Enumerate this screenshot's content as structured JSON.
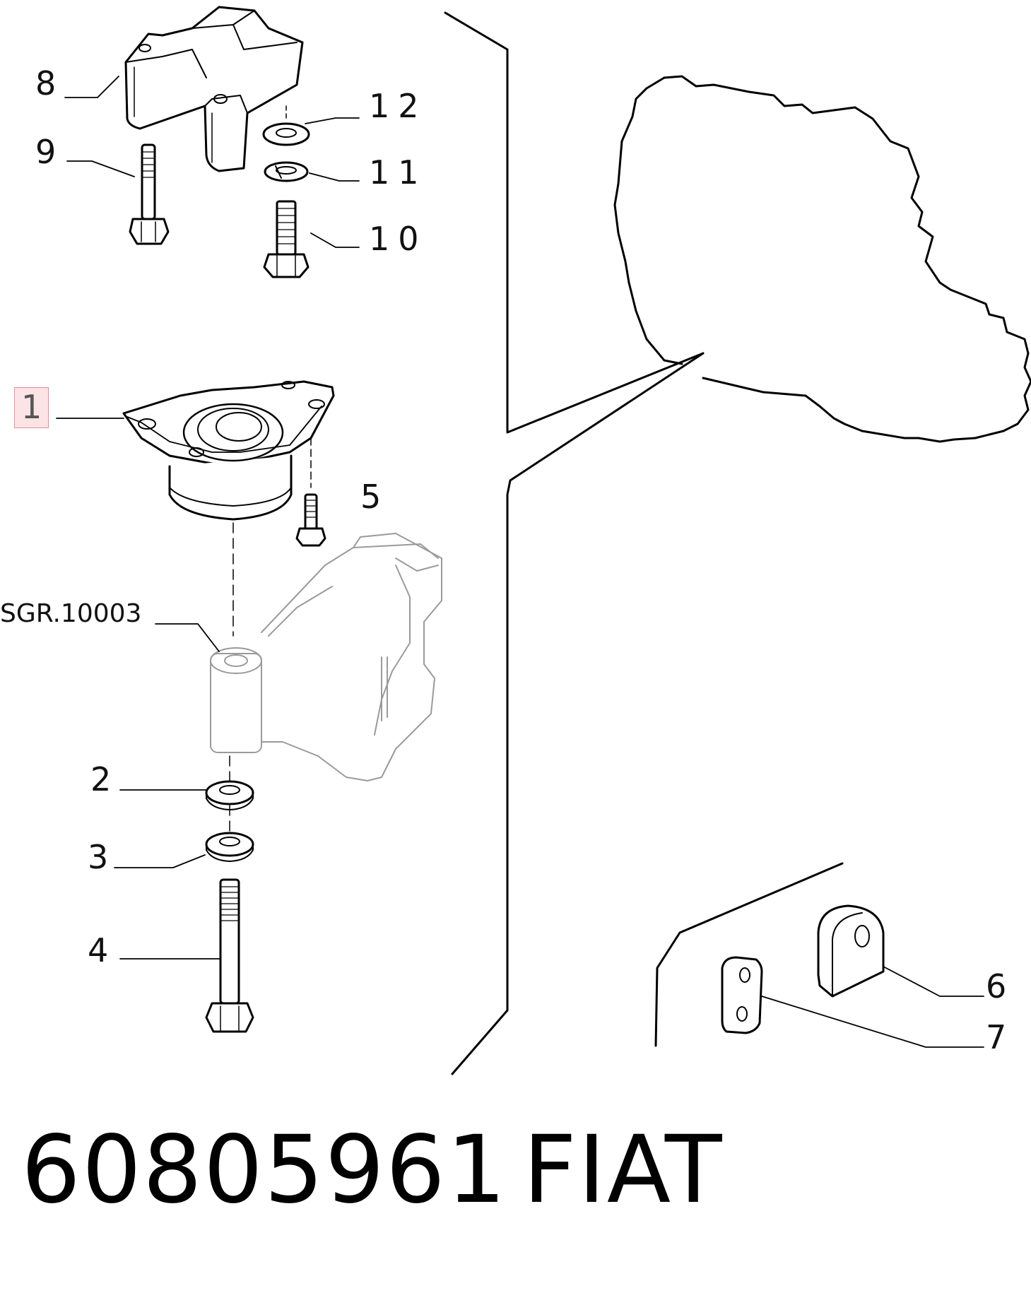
{
  "callouts": {
    "c8": "8",
    "c9": "9",
    "c12": "12",
    "c11": "11",
    "c10": "10",
    "c1": "1",
    "c5": "5",
    "sgr": "SGR.10003",
    "c2": "2",
    "c3": "3",
    "c4": "4",
    "c6": "6",
    "c7": "7"
  },
  "footer": {
    "part_number": "60805961",
    "brand": "FIAT"
  },
  "colors": {
    "line": "#000000",
    "highlight_border": "#e38f98",
    "highlight_fill": "#fbe3e6"
  }
}
